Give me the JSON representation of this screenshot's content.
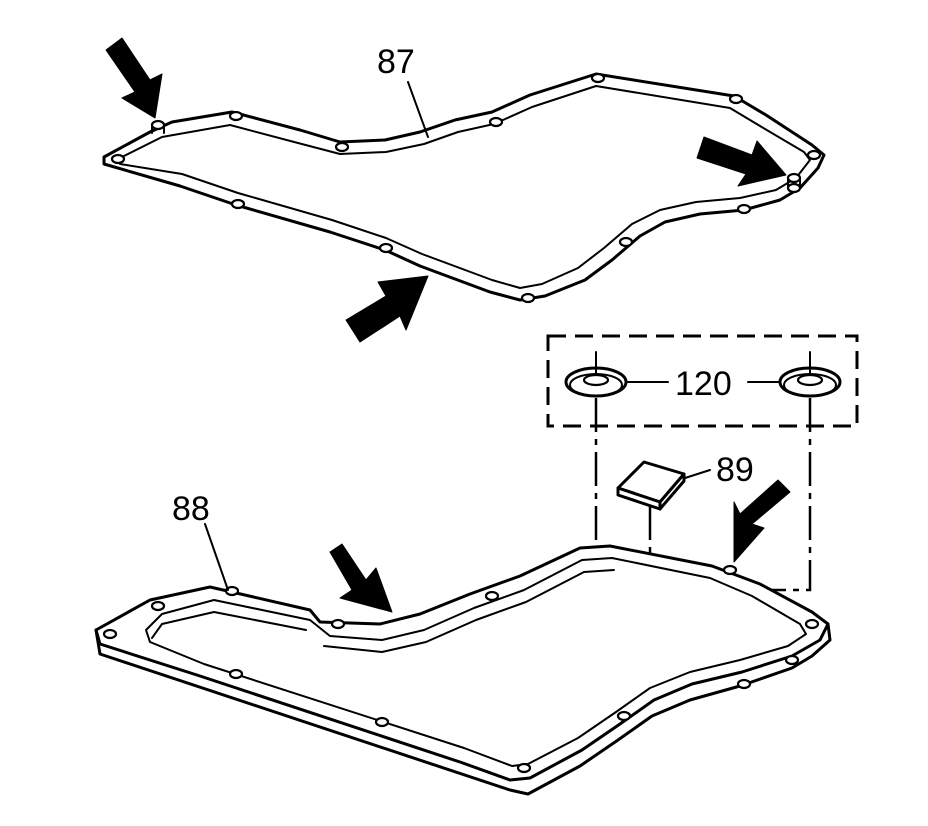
{
  "labels": {
    "upper_gasket": "87",
    "lower_pan": "88",
    "magnet": "89",
    "seal_washers": "120"
  },
  "colors": {
    "line": "#000000",
    "background": "#ffffff"
  }
}
